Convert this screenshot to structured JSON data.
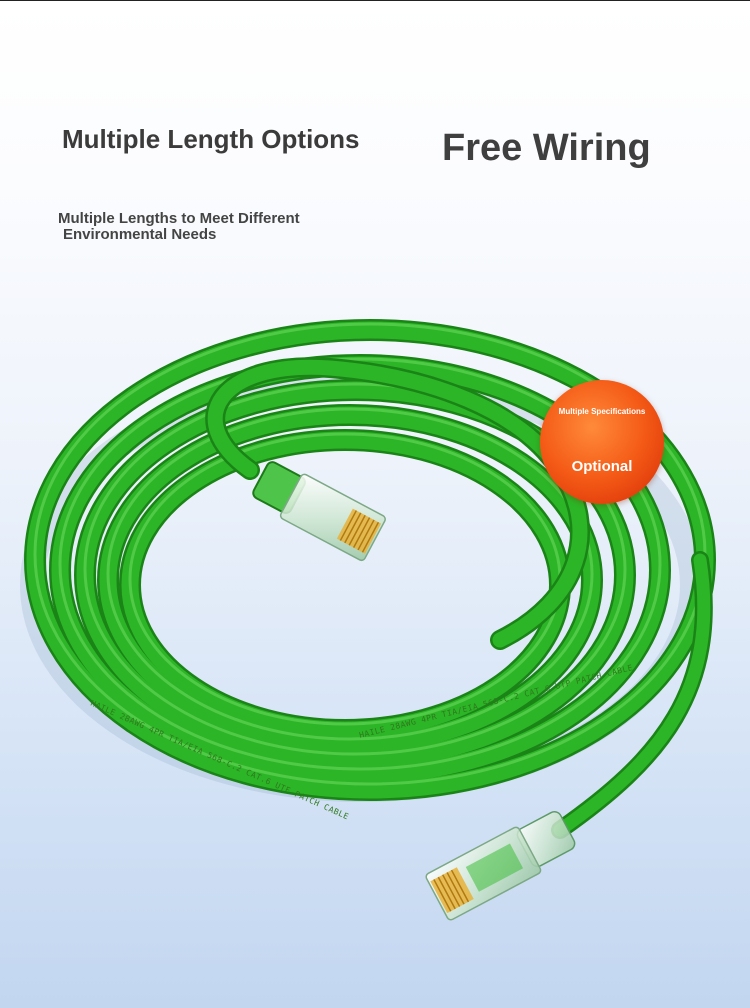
{
  "headings": {
    "left": "Multiple Length Options",
    "right": "Free Wiring"
  },
  "subtitle": {
    "line1": "Multiple Lengths to Meet Different",
    "line2": "Environmental Needs"
  },
  "badge": {
    "small": "Multiple Specifications",
    "main": "Optional"
  },
  "cable_print": {
    "line1": "HAILE 28AWG 4PR TIA/EIA 568-C.2 CAT.6 UTF PATCH CABLE",
    "line2": "HAILE 28AWG 4PR TIA/EIA 568-C.2 CAT.6 UTP PATCH CABLE"
  },
  "colors": {
    "cable": "#23a51f",
    "badge": "#f45a16",
    "heading": "#3b3b3b"
  }
}
